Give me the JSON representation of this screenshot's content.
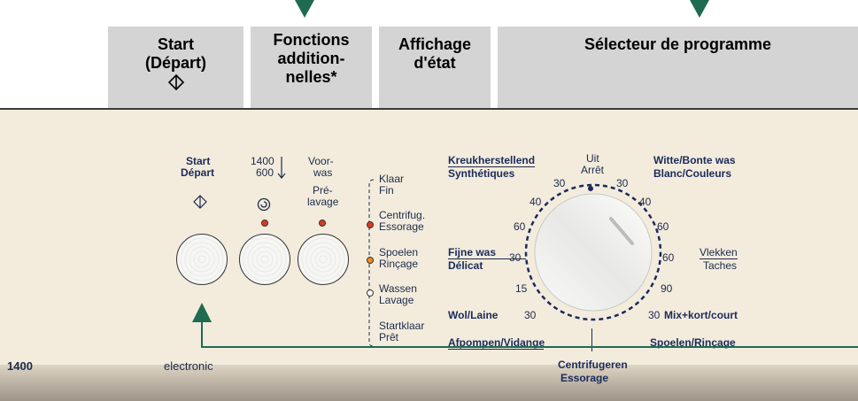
{
  "labels": {
    "start": [
      "Start",
      "(Départ)"
    ],
    "functions": [
      "Fonctions",
      "addition-",
      "nelles*"
    ],
    "status": [
      "Affichage",
      "d'état"
    ],
    "selector": "Sélecteur de programme"
  },
  "buttons": {
    "start": [
      "Start",
      "Départ"
    ],
    "spin": [
      "1400",
      "600"
    ],
    "prewash_nl": [
      "Voor-",
      "was"
    ],
    "prewash_fr": [
      "Pré-",
      "lavage"
    ]
  },
  "status_items": [
    {
      "nl": "Klaar",
      "fr": "Fin",
      "led": "none"
    },
    {
      "nl": "Centrifug.",
      "fr": "Essorage",
      "led": "red"
    },
    {
      "nl": "Spoelen",
      "fr": "Rinçage",
      "led": "orange"
    },
    {
      "nl": "Wassen",
      "fr": "Lavage",
      "led": "white"
    },
    {
      "nl": "Startklaar",
      "fr": "Prêt",
      "led": "none"
    }
  ],
  "dial": {
    "left_groups": {
      "synth": [
        "Kreukherstellend",
        "Synthétiques"
      ],
      "delicate": [
        "Fijne was",
        "Délicat"
      ],
      "wool": "Wol/Laine",
      "drain": "Afpompen/Vidange"
    },
    "right_groups": {
      "whites": [
        "Witte/Bonte was",
        "Blanc/Couleurs"
      ],
      "stains": [
        "Vlekken",
        "Taches"
      ],
      "mix": "Mix+kort/court",
      "rinse": "Spoelen/Rinçage"
    },
    "off": [
      "Uit",
      "Arrêt"
    ],
    "spin": [
      "Centrifugeren",
      "Essorage"
    ],
    "temps": {
      "l30a": "30",
      "l40": "40",
      "l60": "60",
      "l30b": "30",
      "l15": "15",
      "l30c": "30",
      "r30": "30",
      "r40": "40",
      "r60a": "60",
      "r60b": "60",
      "r90": "90"
    }
  },
  "footer": {
    "model": "1400",
    "brand": "electronic"
  },
  "colors": {
    "accent": "#1e6b52",
    "panel": "#f3ecdd",
    "label_bg": "#d4d4d4",
    "led_red": "#e03a1e"
  }
}
